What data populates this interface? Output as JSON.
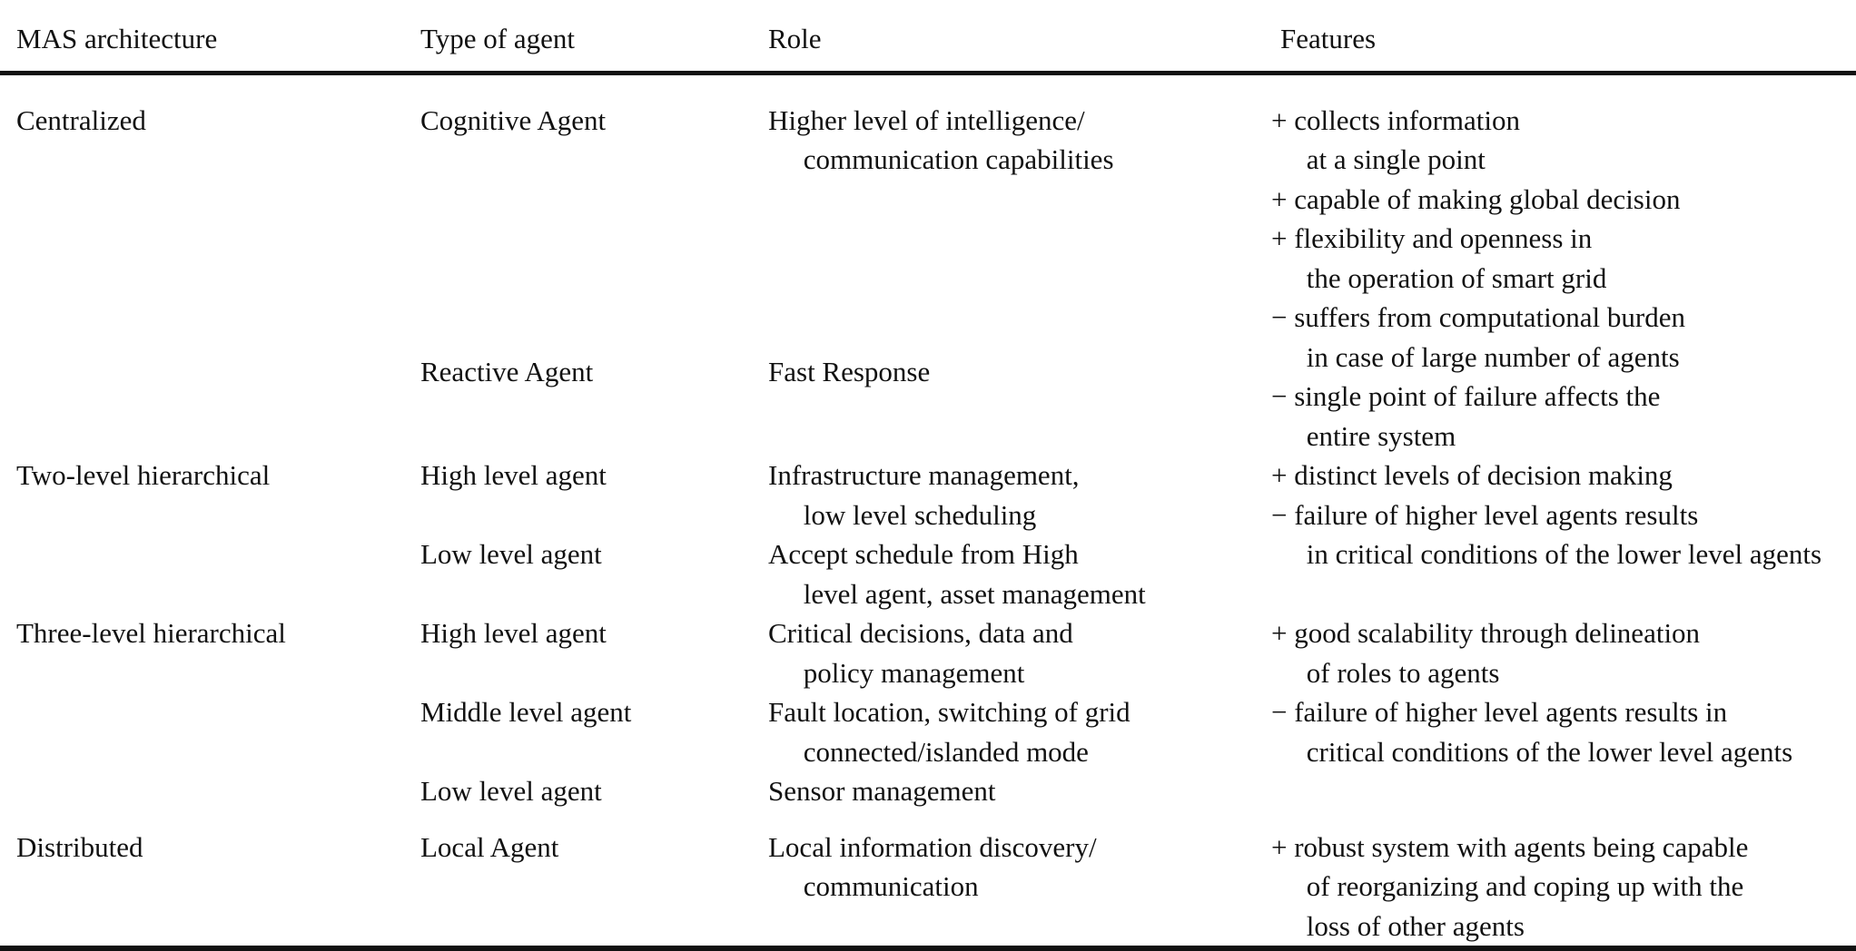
{
  "colors": {
    "background": "#ffffff",
    "text": "#111111",
    "rule": "#111111"
  },
  "table": {
    "columns": [
      {
        "label": "MAS architecture"
      },
      {
        "label": "Type of agent"
      },
      {
        "label": "Role"
      },
      {
        "label": "Features"
      }
    ],
    "groups": [
      {
        "architecture": "Centralized",
        "entries": [
          {
            "type": "Cognitive Agent",
            "role": "Higher level of intelligence/\n     communication capabilities"
          },
          {
            "type": "Reactive Agent",
            "role": "Fast Response"
          }
        ],
        "features": "+ collects information\n     at a single point\n+ capable of making global decision\n+ flexibility and openness in\n     the operation of smart grid\n− suffers from computational burden\n     in case of large number of agents\n− single point of failure affects the\n     entire system"
      },
      {
        "architecture": "Two-level hierarchical",
        "entries": [
          {
            "type": "High level agent",
            "role": "Infrastructure management,\n     low level scheduling"
          },
          {
            "type": "Low level agent",
            "role": "Accept schedule from High\n     level agent, asset management"
          }
        ],
        "features": "+ distinct levels of decision making\n− failure of higher level agents results\n     in critical conditions of the lower level agents"
      },
      {
        "architecture": "Three-level hierarchical",
        "entries": [
          {
            "type": "High level agent",
            "role": "Critical decisions, data and\n     policy management"
          },
          {
            "type": "Middle level agent",
            "role": "Fault location, switching of grid\n     connected/islanded mode"
          },
          {
            "type": "Low level agent",
            "role": "Sensor management"
          }
        ],
        "features": "+ good scalability through delineation\n     of roles to agents\n− failure of higher level agents results in\n     critical conditions of the lower level agents"
      },
      {
        "architecture": "Distributed",
        "entries": [
          {
            "type": "Local Agent",
            "role": "Local information discovery/\n     communication"
          }
        ],
        "features": "+ robust system with agents being capable\n     of reorganizing and coping up with the\n     loss of other agents"
      }
    ]
  }
}
